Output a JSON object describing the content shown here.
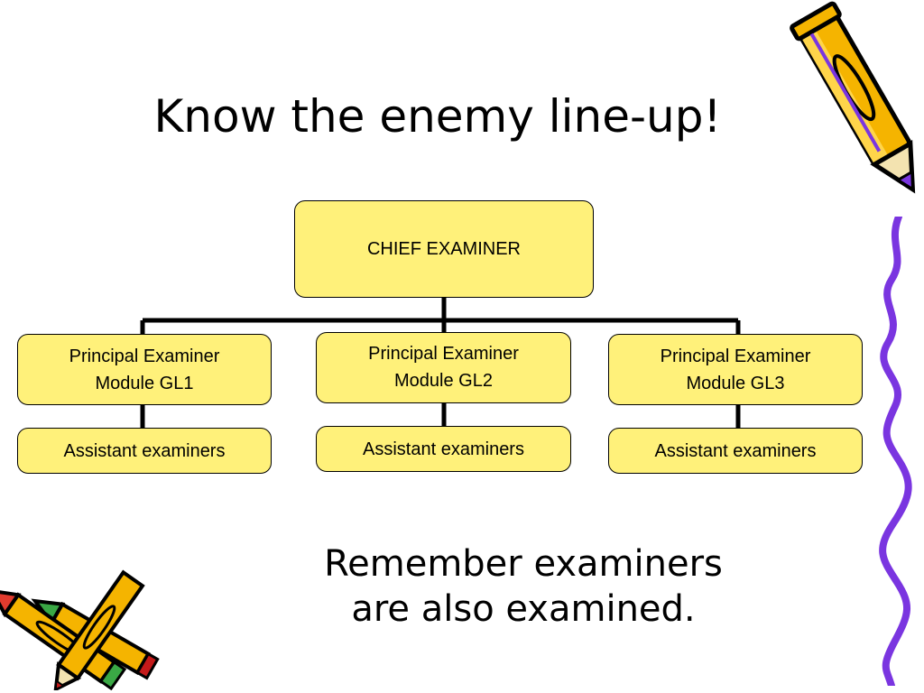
{
  "slide": {
    "title": "Know the enemy line-up!",
    "footer_line1": "Remember examiners",
    "footer_line2": "are also examined."
  },
  "org_chart": {
    "root": "CHIEF EXAMINER",
    "principals": [
      {
        "line1": "Principal Examiner",
        "line2": "Module GL1",
        "assistant": "Assistant examiners"
      },
      {
        "line1": "Principal Examiner",
        "line2": "Module GL2",
        "assistant": "Assistant examiners"
      },
      {
        "line1": "Principal Examiner",
        "line2": "Module GL3",
        "assistant": "Assistant examiners"
      }
    ]
  },
  "colors": {
    "box_fill": "#fff17a",
    "pencil_body": "#f5b400",
    "squiggle": "#7a35e0"
  },
  "icons": [
    "pencil-icon",
    "crossed-pencils-icon"
  ]
}
